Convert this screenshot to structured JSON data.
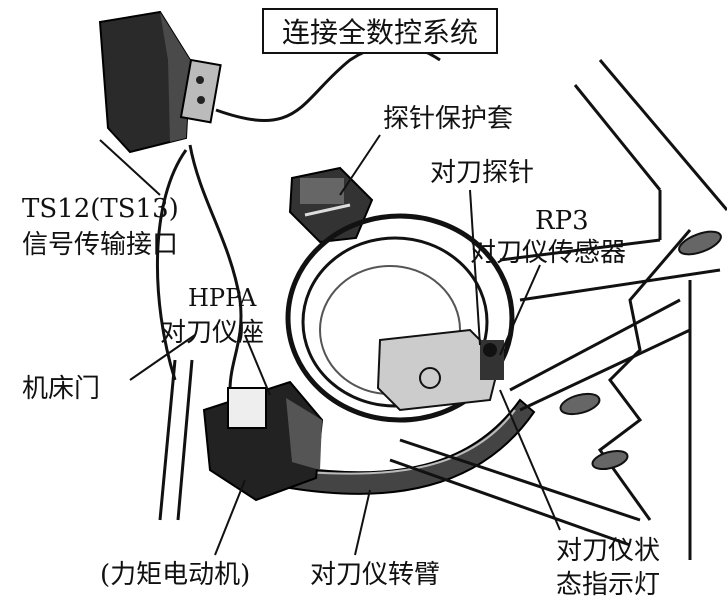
{
  "title": "连接全数控系统",
  "labels": {
    "probe_cover": "探针保护套",
    "probe": "对刀探针",
    "rp3_line1": "RP3",
    "rp3_line2": "对刀仪传感器",
    "ts12_line1": "TS12(TS13)",
    "ts12_line2": "信号传输接口",
    "hppa_line1": "HPPA",
    "hppa_line2": "对刀仪座",
    "door": "机床门",
    "motor": "(力矩电动机)",
    "arm": "对刀仪转臂",
    "indicator_line1": "对刀仪状",
    "indicator_line2": "态指示灯"
  },
  "colors": {
    "ink": "#111111",
    "paper": "#ffffff",
    "shade": "#555555"
  }
}
